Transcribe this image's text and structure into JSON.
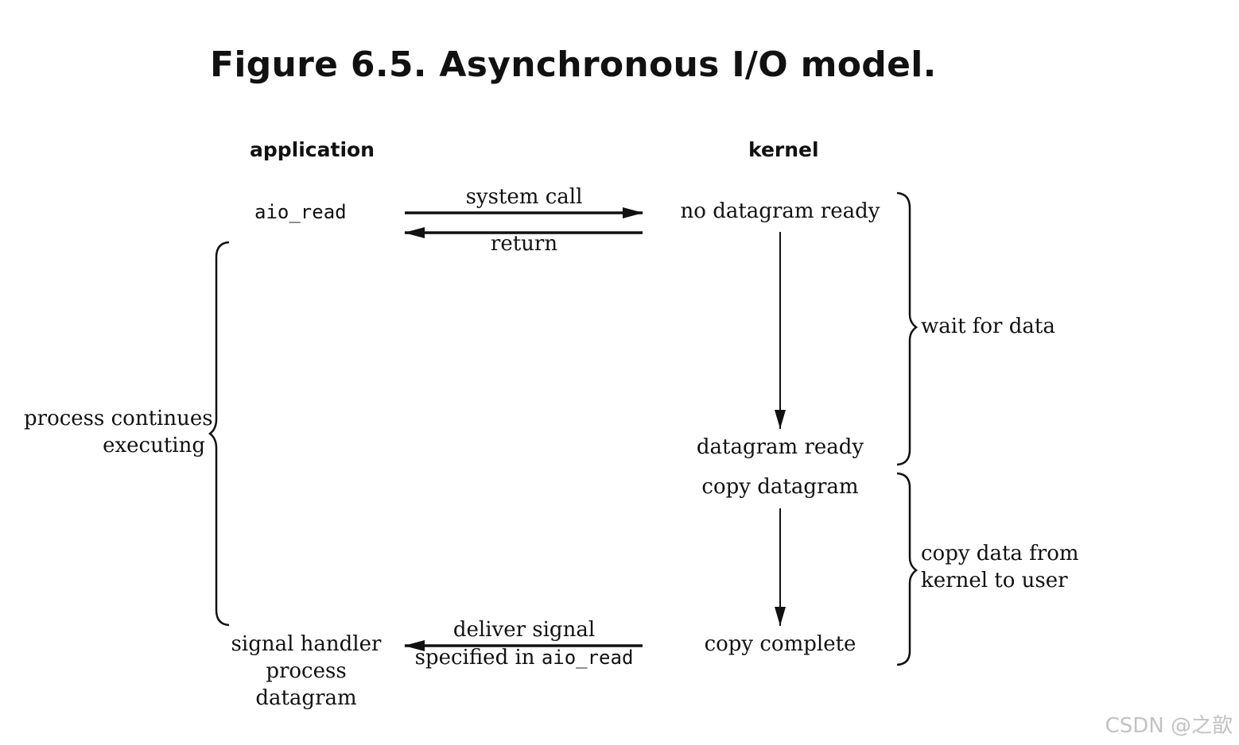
{
  "title": "Figure 6.5. Asynchronous I/O model.",
  "columns": {
    "application": "application",
    "kernel": "kernel"
  },
  "application": {
    "call": "aio_read",
    "handler_line1": "signal handler",
    "handler_line2": "process",
    "handler_line3": "datagram",
    "continues_line1": "process continues",
    "continues_line2": "executing"
  },
  "arrows": {
    "system_call": "system call",
    "return": "return",
    "deliver_signal_line1": "deliver signal",
    "deliver_signal_line2_prefix": "specified in ",
    "deliver_signal_line2_code": "aio_read"
  },
  "kernel": {
    "no_datagram": "no datagram ready",
    "datagram_ready": "datagram ready",
    "copy_datagram": "copy datagram",
    "copy_complete": "copy complete"
  },
  "phases": {
    "wait_for_data": "wait for data",
    "copy_line1": "copy data from",
    "copy_line2": "kernel to user"
  },
  "watermark": "CSDN @之歆"
}
